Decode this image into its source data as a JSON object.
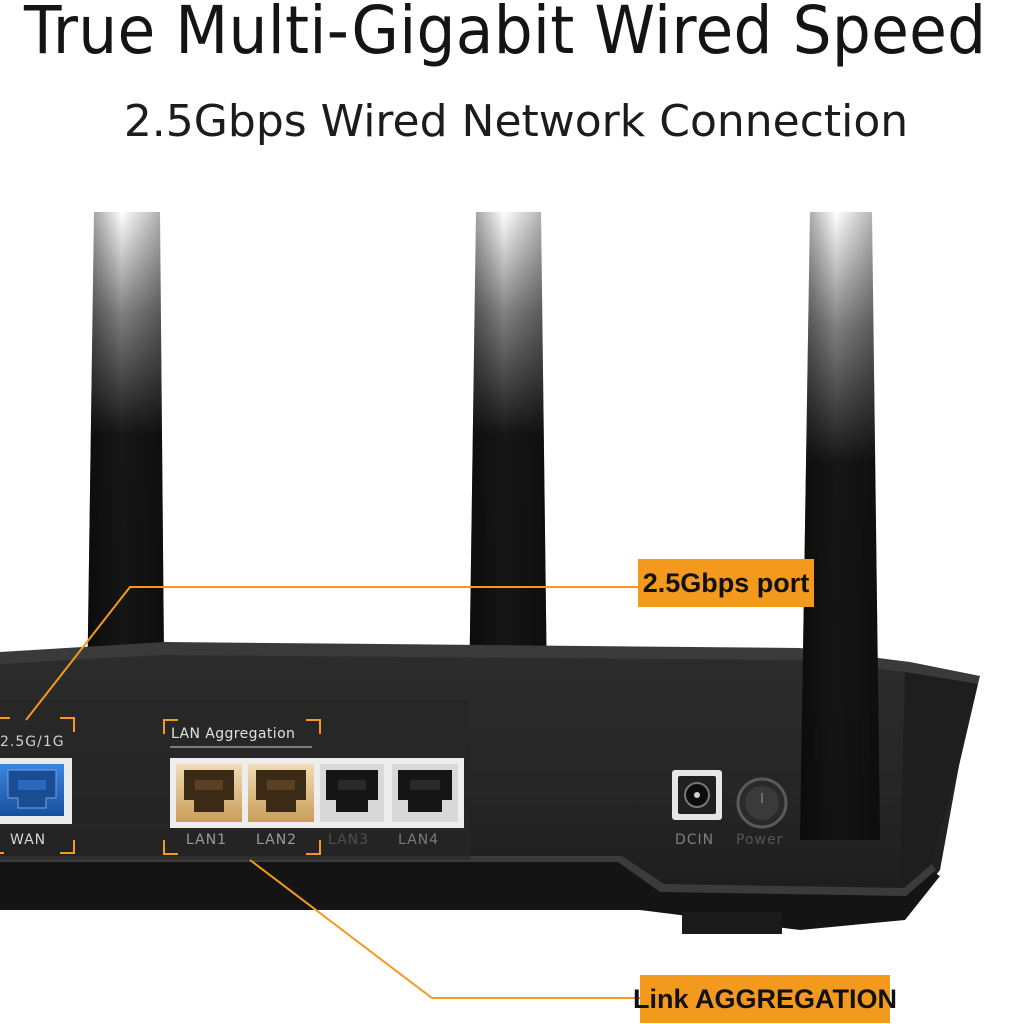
{
  "headline": "True Multi-Gigabit Wired Speed",
  "subheadline": "2.5Gbps Wired Network Connection",
  "callouts": {
    "port": "2.5Gbps port",
    "aggregation": "Link AGGREGATION"
  },
  "panel_labels": {
    "wan_speed": "2.5G/1G",
    "wan": "WAN",
    "lan_aggregation": "LAN Aggregation",
    "lan1": "LAN1",
    "lan2": "LAN2",
    "lan3": "LAN3",
    "lan4": "LAN4",
    "dcin": "DCIN",
    "power": "Power"
  },
  "colors": {
    "accent_orange": "#f39a1e",
    "router_body": "#232323",
    "wan_port_blue": "#1e5fb4",
    "lan_gold": "#d9b57a"
  }
}
